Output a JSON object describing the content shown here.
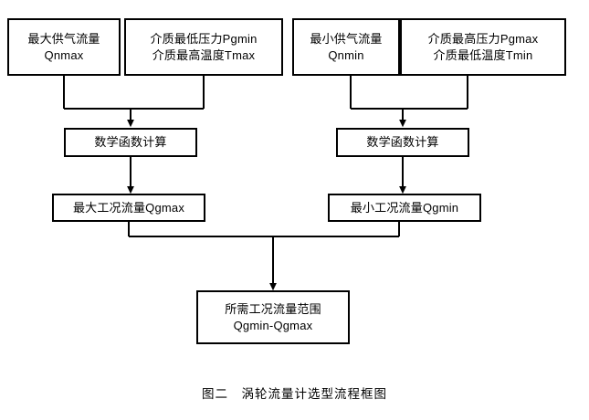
{
  "figure": {
    "caption": "图二　涡轮流量计选型流程框图",
    "background_color": "#ffffff",
    "line_color": "#000000"
  },
  "nodes": {
    "max_supply_flow": {
      "line1": "最大供气流量",
      "line2": "Qnmax"
    },
    "medium_min_pressure_max_temp": {
      "line1": "介质最低压力Pgmin",
      "line2": "介质最高温度Tmax"
    },
    "min_supply_flow": {
      "line1": "最小供气流量",
      "line2": "Qnmin"
    },
    "medium_max_pressure_min_temp": {
      "line1": "介质最高压力Pgmax",
      "line2": "介质最低温度Tmin"
    },
    "math_calc_left": {
      "line1": "数学函数计算"
    },
    "math_calc_right": {
      "line1": "数学函数计算"
    },
    "max_working_flow": {
      "line1": "最大工况流量Qgmax"
    },
    "min_working_flow": {
      "line1": "最小工况流量Qgmin"
    },
    "required_flow_range": {
      "line1": "所需工况流量范围",
      "line2": "Qgmin-Qgmax"
    }
  },
  "connectors": [
    {
      "name": "max-supply-to-merge-left",
      "from": "max_supply_flow",
      "to": "math_calc_left"
    },
    {
      "name": "medium-min-to-merge-left",
      "from": "medium_min_pressure_max_temp",
      "to": "math_calc_left"
    },
    {
      "name": "math-left-to-max-working",
      "from": "math_calc_left",
      "to": "max_working_flow"
    },
    {
      "name": "min-supply-to-merge-right",
      "from": "min_supply_flow",
      "to": "math_calc_right"
    },
    {
      "name": "medium-max-to-merge-right",
      "from": "medium_max_pressure_min_temp",
      "to": "math_calc_right"
    },
    {
      "name": "math-right-to-min-working",
      "from": "math_calc_right",
      "to": "min_working_flow"
    },
    {
      "name": "max-working-to-range",
      "from": "max_working_flow",
      "to": "required_flow_range"
    },
    {
      "name": "min-working-to-range",
      "from": "min_working_flow",
      "to": "required_flow_range"
    }
  ]
}
